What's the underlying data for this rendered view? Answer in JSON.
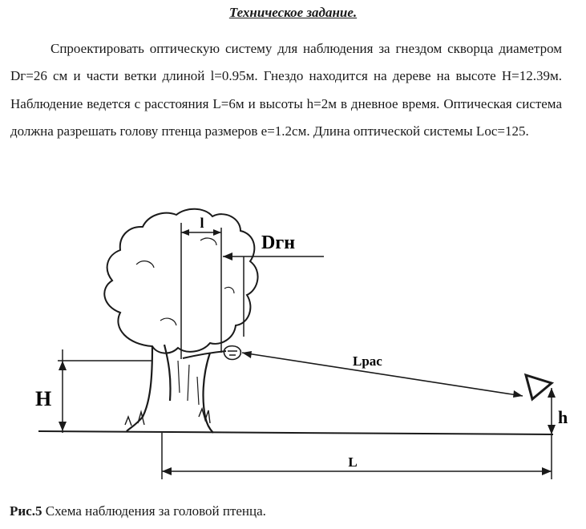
{
  "document": {
    "title": "Техническое задание.",
    "paragraph": "Спроектировать оптическую систему для наблюдения за гнездом скворца диаметром Dг=26 см и части ветки длиной l=0.95м. Гнездо находится на дереве на высоте H=12.39м. Наблюдение ведется с расстояния L=6м и высоты h=2м в дневное время. Оптическая система должна разрешать голову птенца размеров e=1.2см. Длина оптической системы Loc=125."
  },
  "figure": {
    "labels": {
      "l": "l",
      "Dgn": "Dгн",
      "Lras": "Lрас",
      "H": "H",
      "h": "h",
      "L": "L"
    },
    "caption_number": "Рис.5",
    "caption_text": " Схема наблюдения за головой птенца."
  }
}
